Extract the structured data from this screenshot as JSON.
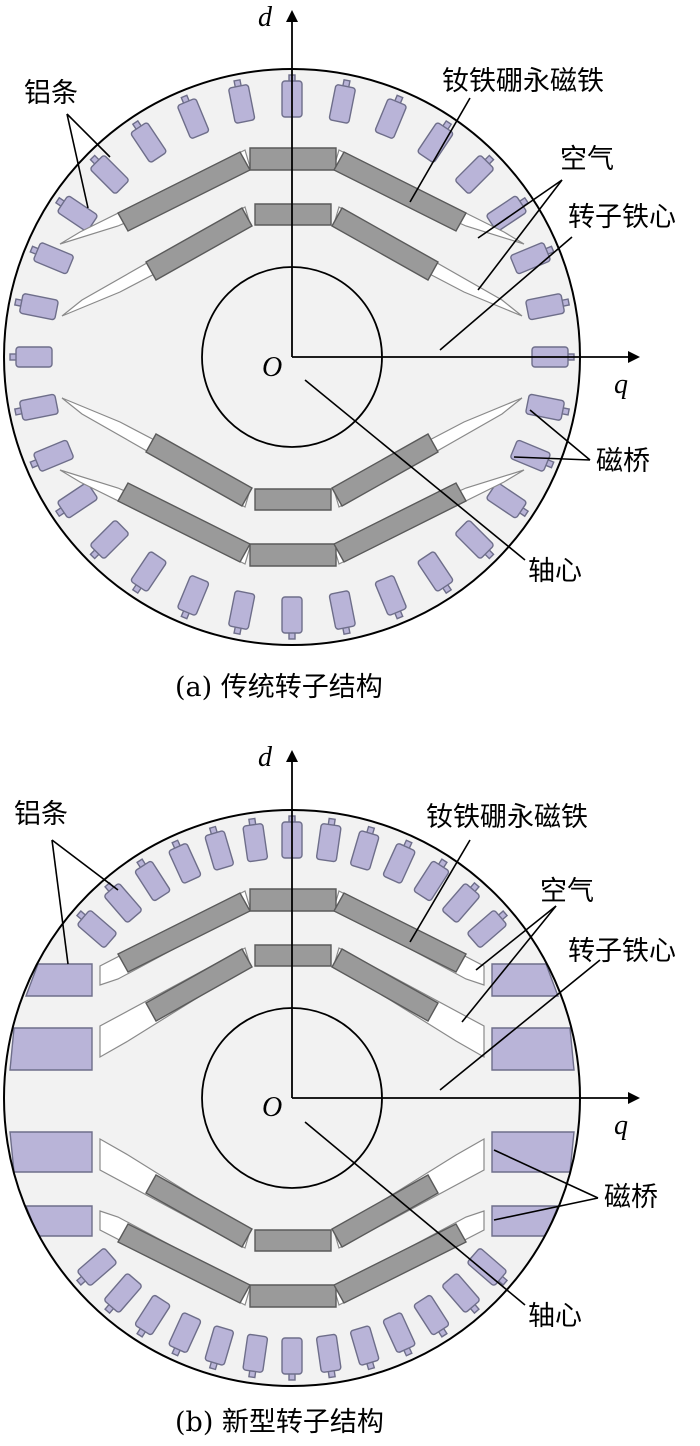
{
  "colors": {
    "aluminum_bar": "#b9b4d8",
    "magnet": "#9a9a9a",
    "core": "#f2f2f2",
    "outline": "#000000"
  },
  "figures": [
    {
      "id": "a",
      "caption": "(a)  传统转子结构",
      "axis_d": "d",
      "axis_q": "q",
      "origin": "O",
      "labels": {
        "aluminum_bar": "铝条",
        "magnet": "钕铁硼永磁铁",
        "air": "空气",
        "rotor_core": "转子铁心",
        "magnetic_bridge": "磁桥",
        "shaft": "轴心"
      }
    },
    {
      "id": "b",
      "caption": "(b)  新型转子结构",
      "axis_d": "d",
      "axis_q": "q",
      "origin": "O",
      "labels": {
        "aluminum_bar": "铝条",
        "magnet": "钕铁硼永磁铁",
        "air": "空气",
        "rotor_core": "转子铁心",
        "magnetic_bridge": "磁桥",
        "shaft": "轴心"
      }
    }
  ]
}
